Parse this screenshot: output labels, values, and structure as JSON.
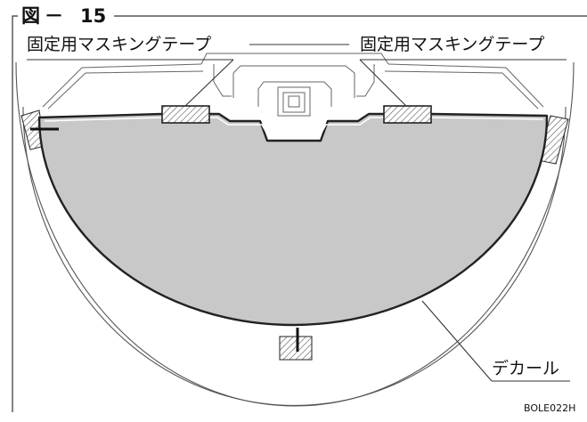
{
  "figure": {
    "title_prefix": "図",
    "title_dash": "－",
    "title_number": "15",
    "code": "BOLE022H"
  },
  "labels": {
    "tape_left": "固定用マスキングテープ",
    "tape_right": "固定用マスキングテープ",
    "decal": "デカール"
  },
  "colors": {
    "decal_fill": "#c8c8c8",
    "line": "#222222",
    "thin_line": "#666666",
    "tape_fill": "#dddddd",
    "background": "#ffffff"
  }
}
